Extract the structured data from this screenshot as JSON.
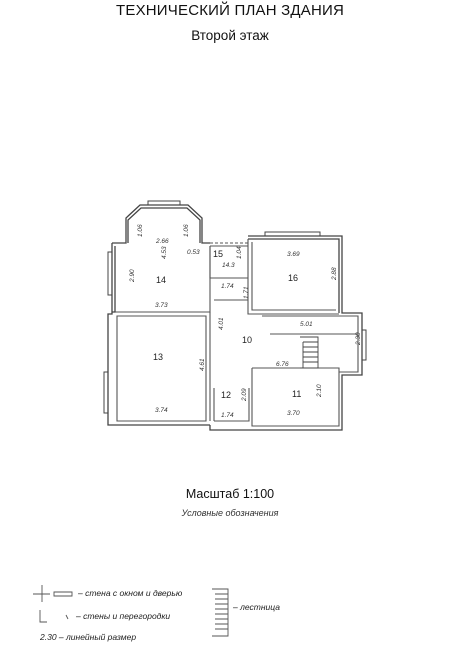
{
  "header": {
    "title": "ТЕХНИЧЕСКИЙ ПЛАН ЗДАНИЯ",
    "subtitle": "Второй этаж"
  },
  "plan": {
    "rooms": [
      "14",
      "15",
      "16",
      "13",
      "10",
      "12",
      "11"
    ],
    "dimensions": [
      "1.06",
      "2.66",
      "1.06",
      "0.53",
      "14.3",
      "1.04",
      "3.69",
      "2.90",
      "4.53",
      "2.88",
      "1.74",
      "1.71",
      "3.73",
      "4.01",
      "5.01",
      "2.30",
      "4.61",
      "6.76",
      "2.10",
      "2.09",
      "3.74",
      "1.74",
      "3.70"
    ]
  },
  "footer": {
    "scale": "Масштаб 1:100",
    "legend_title": "Условные обозначения"
  },
  "legend": {
    "wall_window_door": "– стена с окном и дверью",
    "walls_partitions": "– стены и перегородки",
    "stairs": "– лестница",
    "linear_size": "2.30 – линейный размер"
  }
}
